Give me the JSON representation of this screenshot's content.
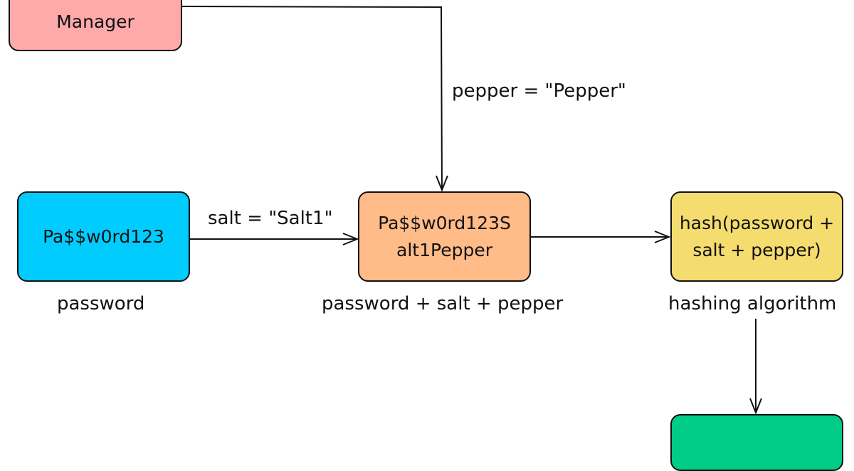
{
  "nodes": {
    "secret_manager": {
      "text": "Manager",
      "color": "#ffaaaa"
    },
    "password": {
      "text": "Pa$$w0rd123",
      "caption": "password",
      "color": "#00ccff"
    },
    "combined": {
      "line1": "Pa$$w0rd123S",
      "line2": "alt1Pepper",
      "caption": "password + salt + pepper",
      "color": "#ffbb88"
    },
    "hash": {
      "line1": "hash(password +",
      "line2": "salt + pepper)",
      "caption": "hashing algorithm",
      "color": "#f5dc6e"
    },
    "output": {
      "color": "#00cc88"
    }
  },
  "edges": {
    "pepper": "pepper = \"Pepper\"",
    "salt": "salt = \"Salt1\""
  }
}
